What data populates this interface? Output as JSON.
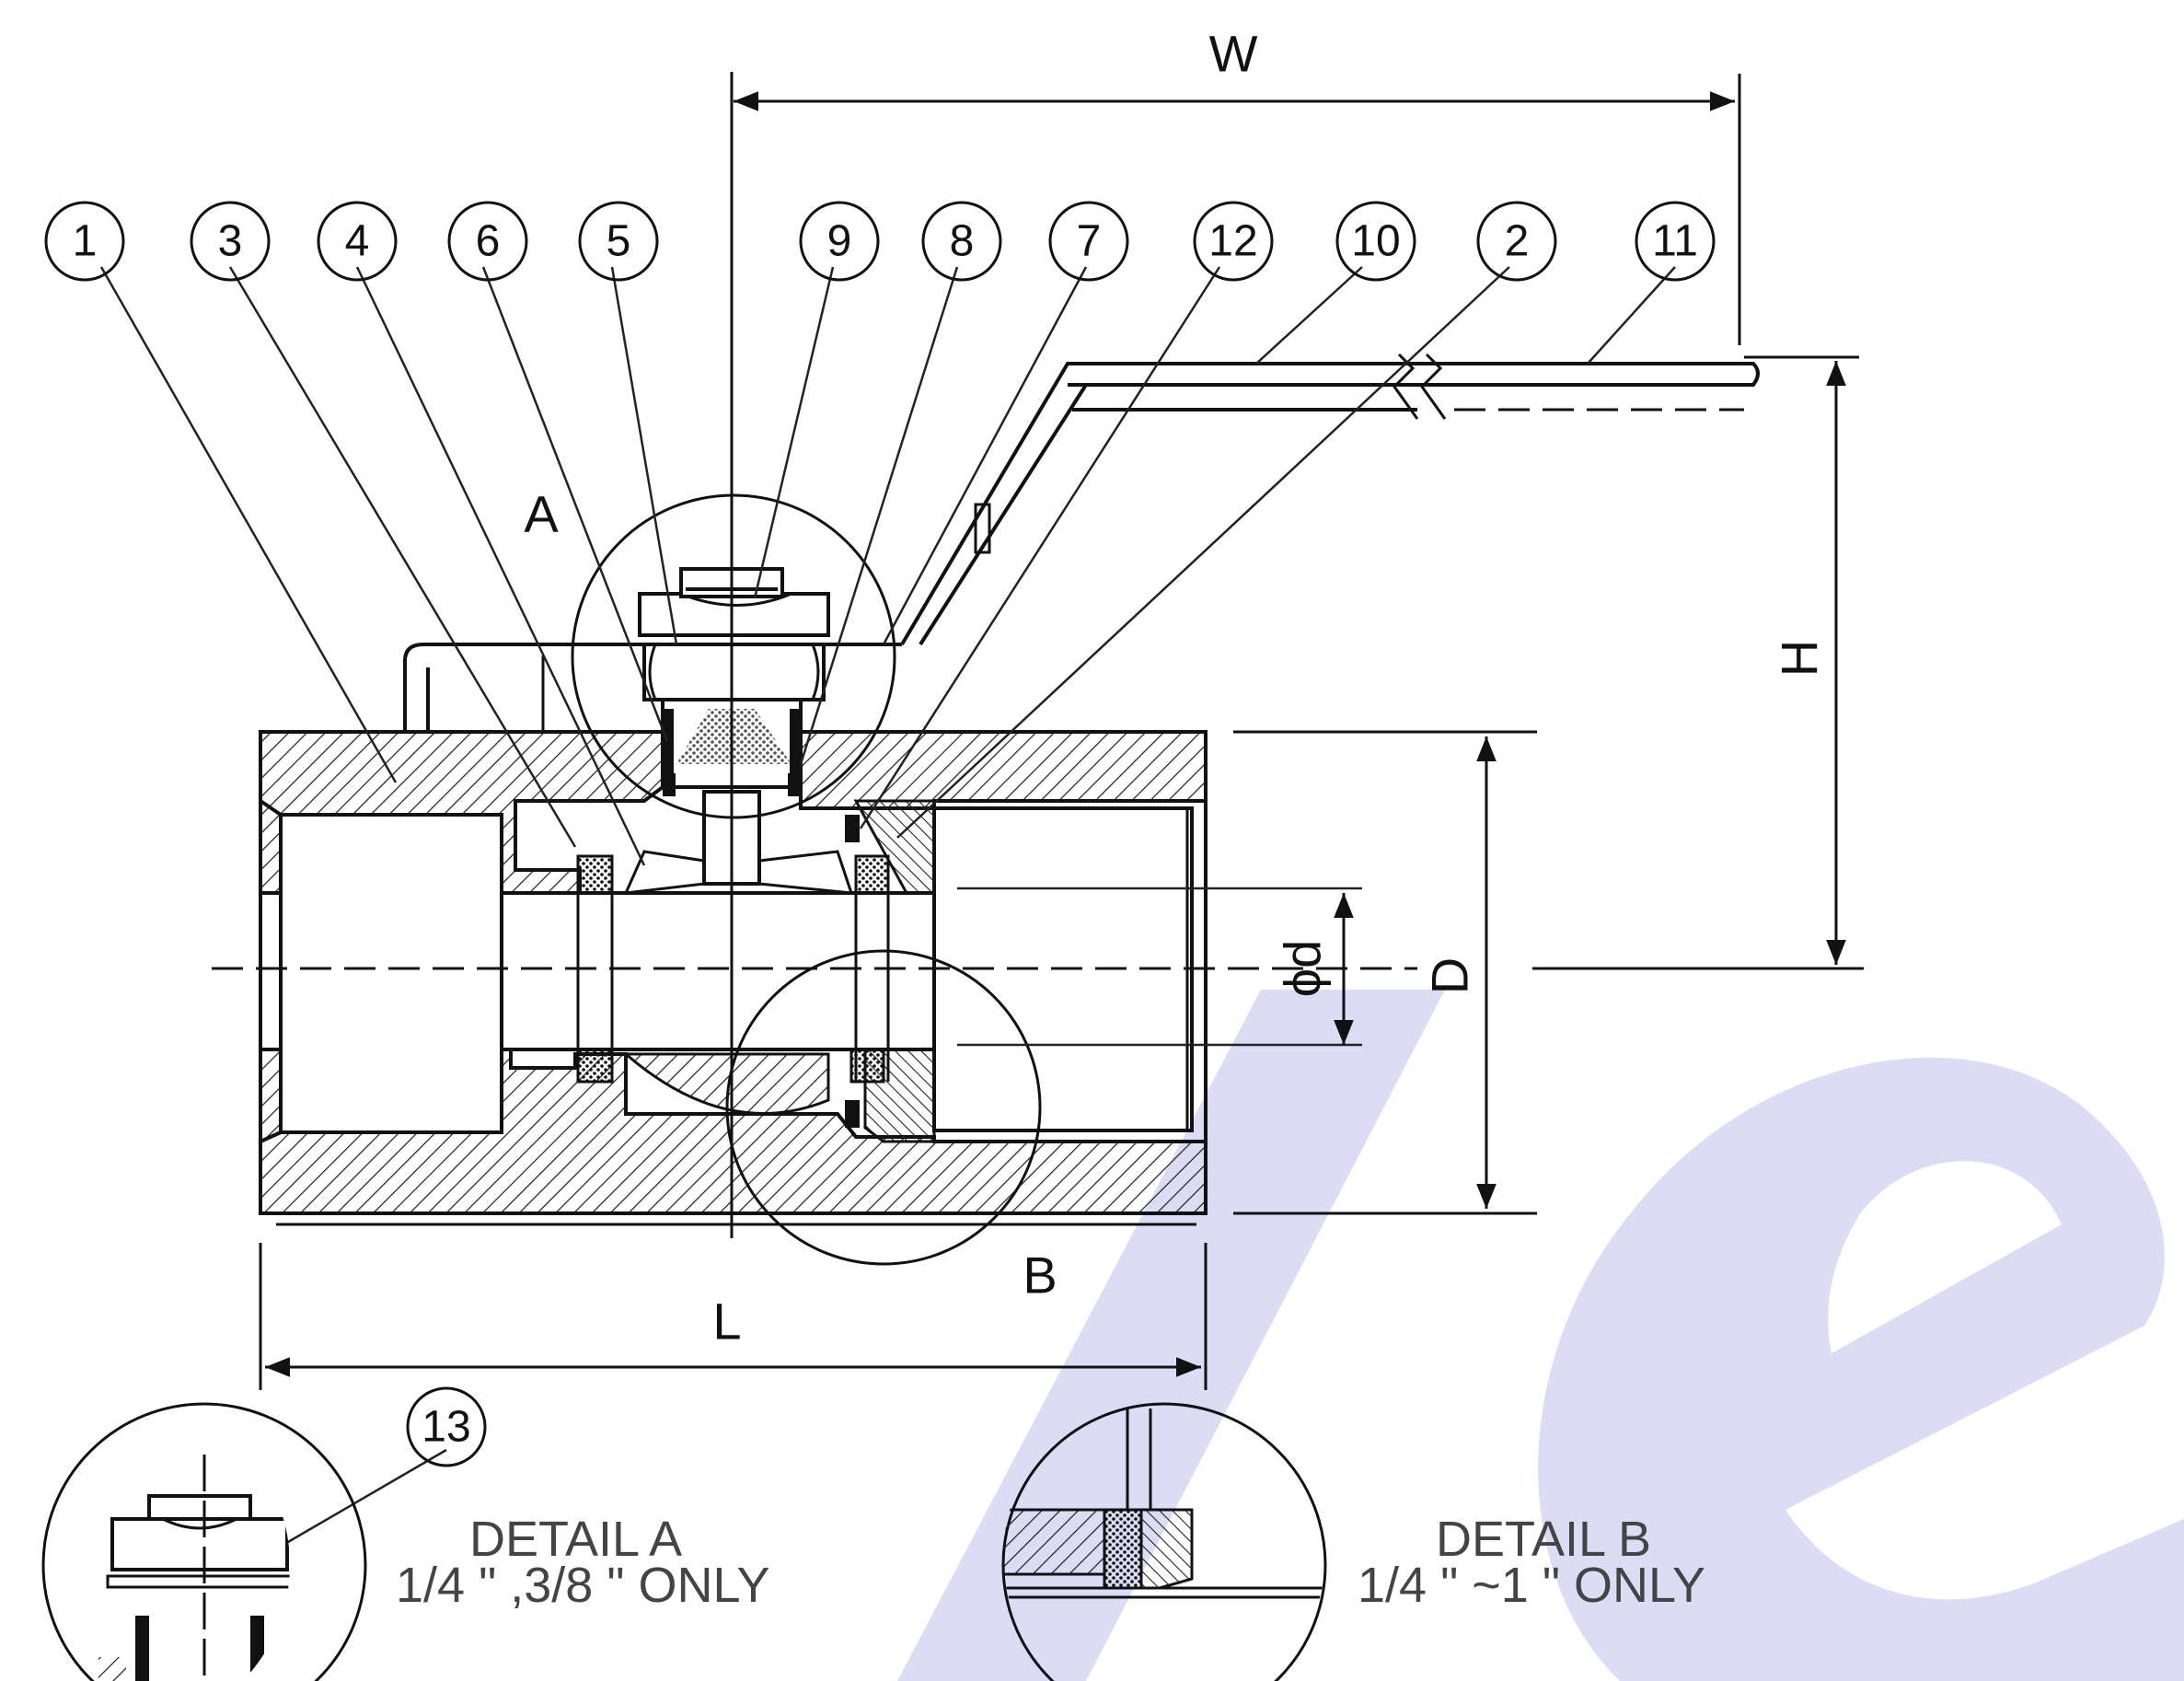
{
  "callouts": [
    {
      "id": "c1",
      "number": "1"
    },
    {
      "id": "c3",
      "number": "3"
    },
    {
      "id": "c4",
      "number": "4"
    },
    {
      "id": "c6",
      "number": "6"
    },
    {
      "id": "c5",
      "number": "5"
    },
    {
      "id": "c9",
      "number": "9"
    },
    {
      "id": "c8",
      "number": "8"
    },
    {
      "id": "c7",
      "number": "7"
    },
    {
      "id": "c12",
      "number": "12"
    },
    {
      "id": "c10",
      "number": "10"
    },
    {
      "id": "c2",
      "number": "2"
    },
    {
      "id": "c11",
      "number": "11"
    },
    {
      "id": "c13",
      "number": "13"
    }
  ],
  "dimensions": {
    "W": "W",
    "H": "H",
    "D": "D",
    "d": "ϕd",
    "L": "L"
  },
  "section_markers": {
    "A": "A",
    "B": "B"
  },
  "details": {
    "a_title": "DETAIL A",
    "a_sizes": "1/4 \" ,3/8 \"  ONLY",
    "b_title": "DETAIL B",
    "b_sizes": "1/4 \" ~1 \"  ONLY"
  },
  "colors": {
    "line": "#111111",
    "watermark": "#dcdcf4"
  }
}
